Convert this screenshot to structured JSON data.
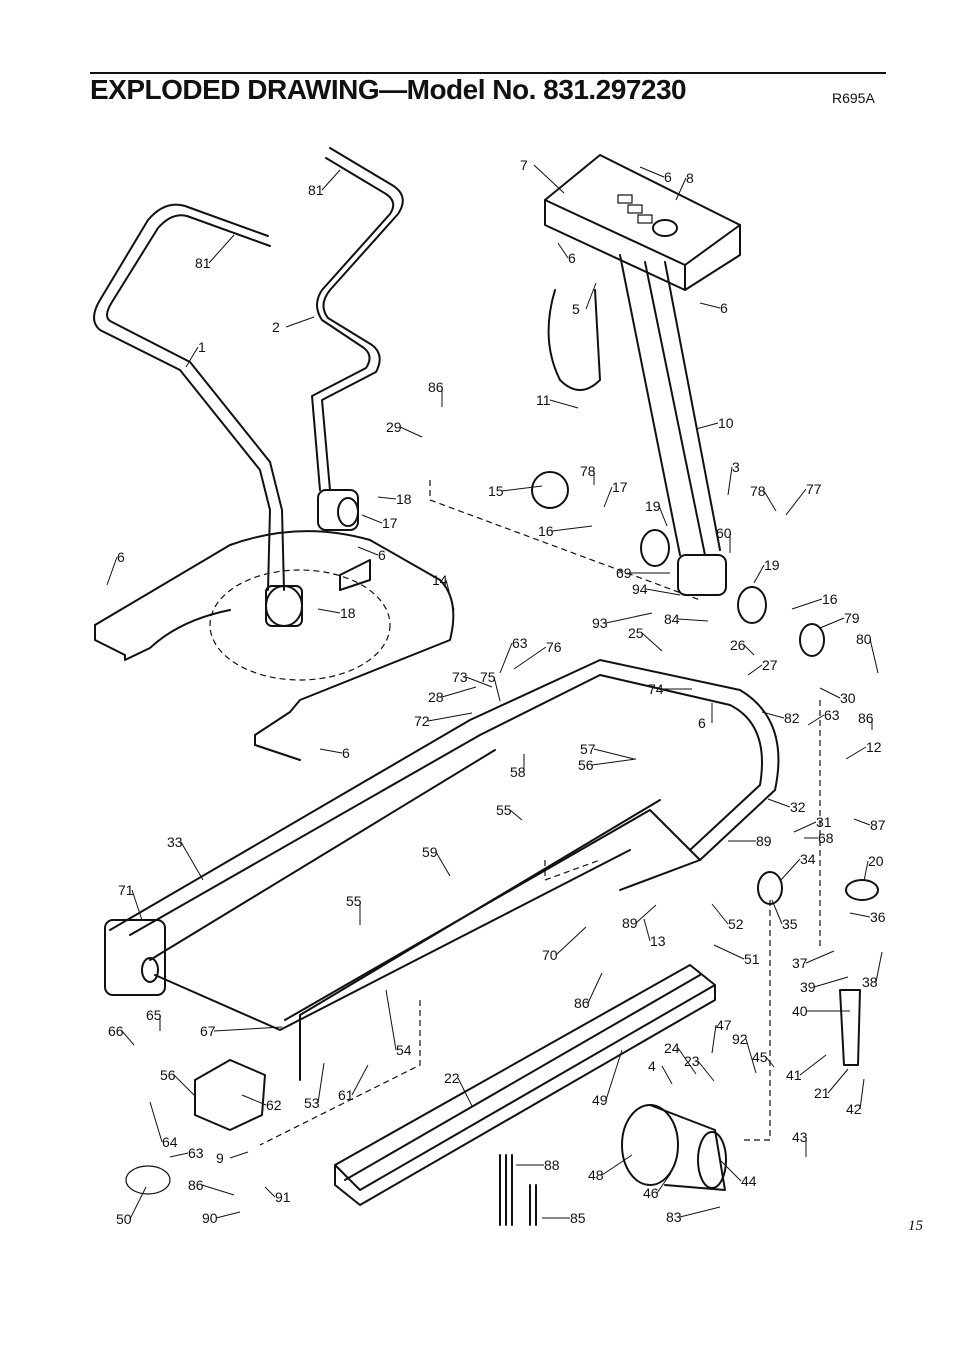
{
  "header": {
    "title": "EXPLODED DRAWING—Model No. 831.297230",
    "code": "R695A"
  },
  "page_number": "15",
  "callouts": [
    "81",
    "81",
    "2",
    "1",
    "6",
    "18",
    "17",
    "18",
    "6",
    "6",
    "14",
    "86",
    "29",
    "6",
    "5",
    "6",
    "7",
    "8",
    "6",
    "11",
    "10",
    "15",
    "78",
    "17",
    "16",
    "19",
    "3",
    "78",
    "77",
    "60",
    "19",
    "69",
    "94",
    "93",
    "84",
    "16",
    "79",
    "80",
    "25",
    "26",
    "27",
    "30",
    "63",
    "76",
    "73",
    "28",
    "75",
    "72",
    "74",
    "6",
    "82",
    "63",
    "86",
    "12",
    "57",
    "56",
    "58",
    "55",
    "59",
    "33",
    "32",
    "31",
    "68",
    "87",
    "89",
    "34",
    "20",
    "71",
    "35",
    "36",
    "89",
    "13",
    "52",
    "51",
    "70",
    "86",
    "37",
    "38",
    "39",
    "40",
    "55",
    "66",
    "65",
    "67",
    "54",
    "56",
    "62",
    "53",
    "61",
    "22",
    "49",
    "24",
    "23",
    "47",
    "92",
    "45",
    "41",
    "21",
    "42",
    "4",
    "64",
    "63",
    "9",
    "88",
    "43",
    "86",
    "91",
    "90",
    "50",
    "85",
    "48",
    "46",
    "44",
    "83"
  ]
}
